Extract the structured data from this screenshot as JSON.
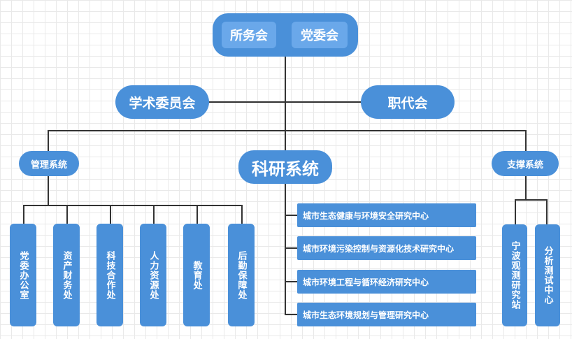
{
  "top": {
    "left": "所务会",
    "right": "党委会"
  },
  "side": {
    "left": "学术委员会",
    "right": "职代会"
  },
  "center": {
    "label": "科研系统"
  },
  "management": {
    "label": "管理系统",
    "children": [
      "党委办公室",
      "资产财务处",
      "科技合作处",
      "人力资源处",
      "教育处",
      "后勤保障处"
    ]
  },
  "research": {
    "centers": [
      "城市生态健康与环境安全研究中心",
      "城市环境污染控制与资源化技术研究中心",
      "城市环境工程与循环经济研究中心",
      "城市生态环境规划与管理研究中心"
    ]
  },
  "support": {
    "label": "支撑系统",
    "children": [
      "宁波观测研究站",
      "分析测试中心"
    ]
  },
  "colors": {
    "node": "#4a90d9",
    "inner": "#6aa8ea",
    "line": "#333333"
  }
}
